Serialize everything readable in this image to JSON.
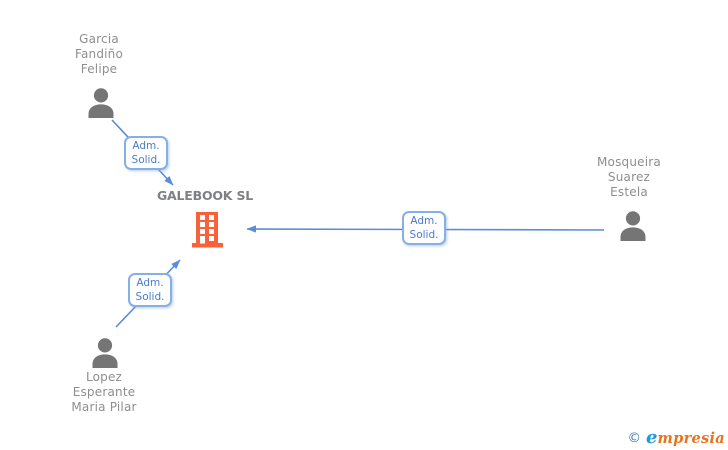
{
  "diagram": {
    "company": {
      "name": "GALEBOOK SL"
    },
    "people": [
      {
        "lines": [
          "Garcia",
          "Fandiño",
          "Felipe"
        ]
      },
      {
        "lines": [
          "Mosqueira",
          "Suarez",
          "Estela"
        ]
      },
      {
        "lines": [
          "Lopez",
          "Esperante",
          "Maria Pilar"
        ]
      }
    ],
    "relations": [
      {
        "line1": "Adm.",
        "line2": "Solid."
      },
      {
        "line1": "Adm.",
        "line2": "Solid."
      },
      {
        "line1": "Adm.",
        "line2": "Solid."
      }
    ]
  },
  "footer": {
    "copyright": "©",
    "brand_initial": "e",
    "brand_rest": "mpresia"
  },
  "colors": {
    "arrow_blue": "#5a8cd8",
    "relation_border": "#85b0e5",
    "relation_text": "#4a7cc9",
    "person_gray": "#757575",
    "name_gray": "#8e8e8e",
    "company_gray": "#7e8083",
    "building_orange": "#f8623a",
    "brand_blue": "#1b9bd8",
    "brand_orange": "#e8731f",
    "copyright_blue": "#3d7ba3"
  }
}
